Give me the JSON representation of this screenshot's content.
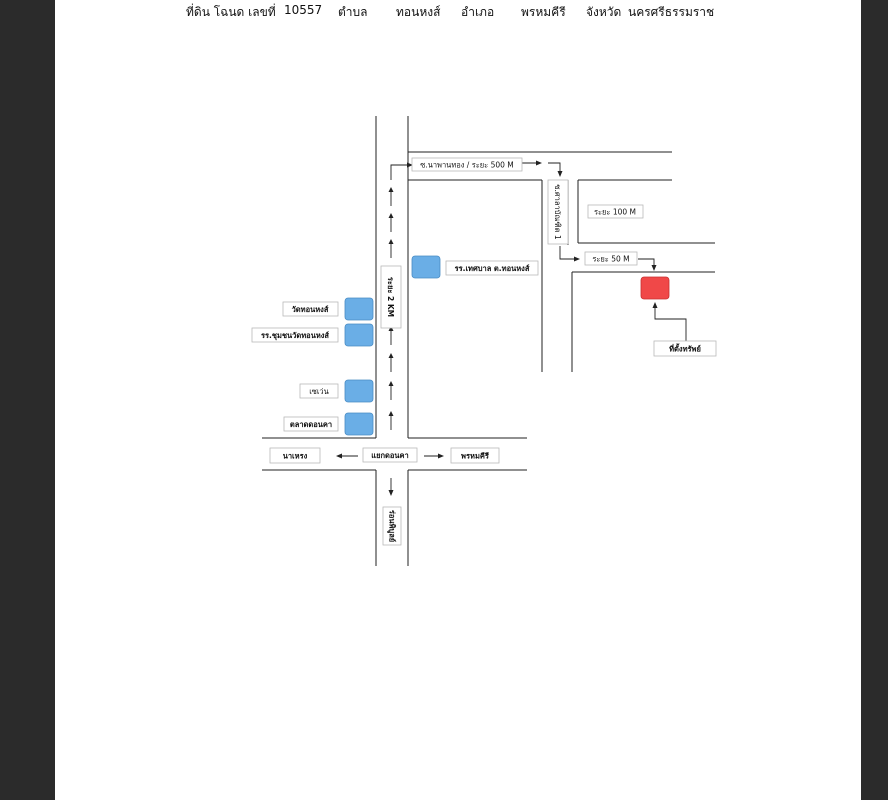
{
  "header": {
    "land_title_prefix": "ที่ดิน โฉนด เลขที่",
    "deed_number": "10557",
    "subdistrict_label": "ตำบล",
    "subdistrict": "ทอนหงส์",
    "district_label": "อำเภอ",
    "district": "พรหมคีรี",
    "province_label": "จังหวัด",
    "province": "นครศรีธรรมราช"
  },
  "map": {
    "road_top_label": "ซ.นาพานทอง / ระยะ 500 M",
    "road_side_label": "ซ.ศาลาบัณฑิต 1",
    "distance_100": "ระยะ 100 M",
    "distance_50": "ระยะ 50 M",
    "distance_2km": "ระยะ 2 KM",
    "school_tessaban": "รร.เทศบาล ต.ทอนหงส์",
    "temple": "วัดทอนหงส์",
    "school_temple": "รร.ชุมชนวัดทอนหงส์",
    "seven_eleven": "เซเว่น",
    "market": "ตลาดดอนคา",
    "junction": "แยกดอนคา",
    "west_dest": "นาเหรง",
    "east_dest": "พรหมคีรี",
    "south_dest": "ร่อนพิบูลย์",
    "property_label": "ที่ตั้งทรัพย์",
    "colors": {
      "landmark": "#6aaee6",
      "property": "#f04848",
      "road": "#222222"
    }
  }
}
